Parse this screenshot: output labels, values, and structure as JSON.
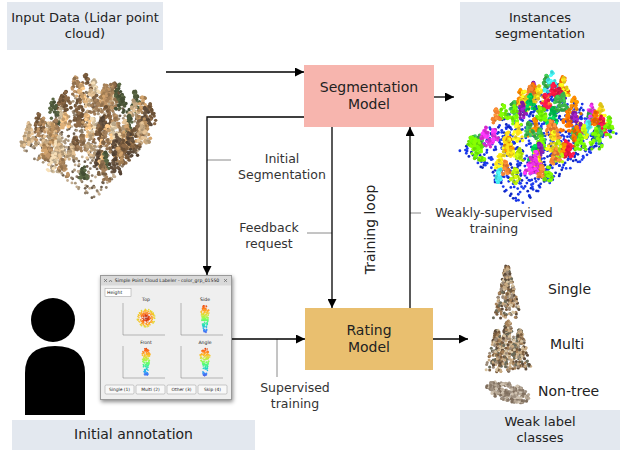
{
  "diagram": {
    "nodes": [
      {
        "text": [
          "Input Data (Lidar point cloud)"
        ]
      },
      {
        "text": [
          "Instances segmentation"
        ]
      },
      {
        "text": [
          "Segmentation Model"
        ]
      },
      {
        "text": [
          "Simple Point Cloud Labeler - color_grp_01550",
          "Height",
          "Top",
          "Side",
          "Front",
          "Angle",
          "Single (1)",
          "Multi (2)",
          "Other (3)",
          "Skip (4)"
        ]
      },
      {
        "text": [
          "Rating Model"
        ]
      },
      {
        "text": [
          "Initial annotation"
        ]
      },
      {
        "text": [
          "Weak label classes"
        ]
      }
    ],
    "edges": [
      {
        "from": 2,
        "to": 3,
        "arrow": "to",
        "label": "Initial Segmentation"
      },
      {
        "from": 2,
        "to": 4,
        "arrow": "to",
        "label": "Feedback request"
      },
      {
        "from": 4,
        "to": 2,
        "arrow": "to",
        "label": "Weakly-supervised training"
      },
      {
        "from": 3,
        "to": 4,
        "arrow": "to",
        "label": "Supervised training"
      }
    ],
    "labels": [
      "Training loop",
      "Single",
      "Multi",
      "Non-tree"
    ]
  }
}
